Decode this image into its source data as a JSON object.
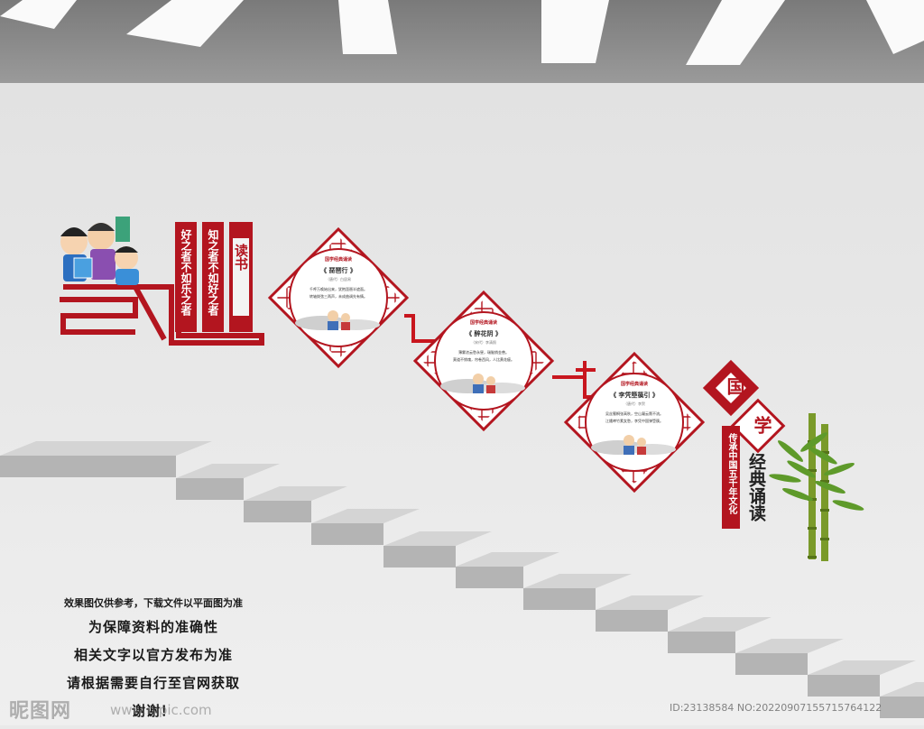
{
  "poem_columns": [
    "好之者不如乐之者",
    "知之者不如好之者"
  ],
  "book_label": "读书",
  "panels": [
    {
      "header": "国学经典诵读",
      "title": "《 琵琶行 》",
      "author": "（唐代）白居易",
      "lines": [
        "千呼万唤始出来，犹抱琵琶半遮面。",
        "转轴拨弦三两声，未成曲调先有情。"
      ]
    },
    {
      "header": "国学经典诵读",
      "title": "《 醉花阴 》",
      "author": "（宋代）李清照",
      "lines": [
        "薄雾浓云愁永昼，瑞脑销金兽。",
        "莫道不销魂，帘卷西风，人比黄花瘦。"
      ]
    },
    {
      "header": "国学经典诵读",
      "title": "《 李凭箜篌引 》",
      "author": "（唐代）李贺",
      "lines": [
        "吴丝蜀桐张高秋，空山凝云颓不流。",
        "江娥啼竹素女愁，李凭中国弹箜篌。"
      ]
    }
  ],
  "guoxue": {
    "char1": "国",
    "char2": "学",
    "subtitle": "传承中国五千年文化",
    "title": "经典诵读"
  },
  "notice": {
    "small": "效果图仅供参考，下载文件以平面图为准",
    "lines": [
      "为保障资料的准确性",
      "相关文字以官方发布为准",
      "请根据需要自行至官网获取",
      "谢谢！"
    ]
  },
  "watermark": {
    "site": "昵图网",
    "url": "www.nipic.com",
    "id": "ID:23138584 NO:20220907155715764122"
  },
  "colors": {
    "brand_red": "#b3151f",
    "wall": "#e9e9e9",
    "bamboo": "#7a9a2a",
    "stair": "#bdbdbd"
  }
}
